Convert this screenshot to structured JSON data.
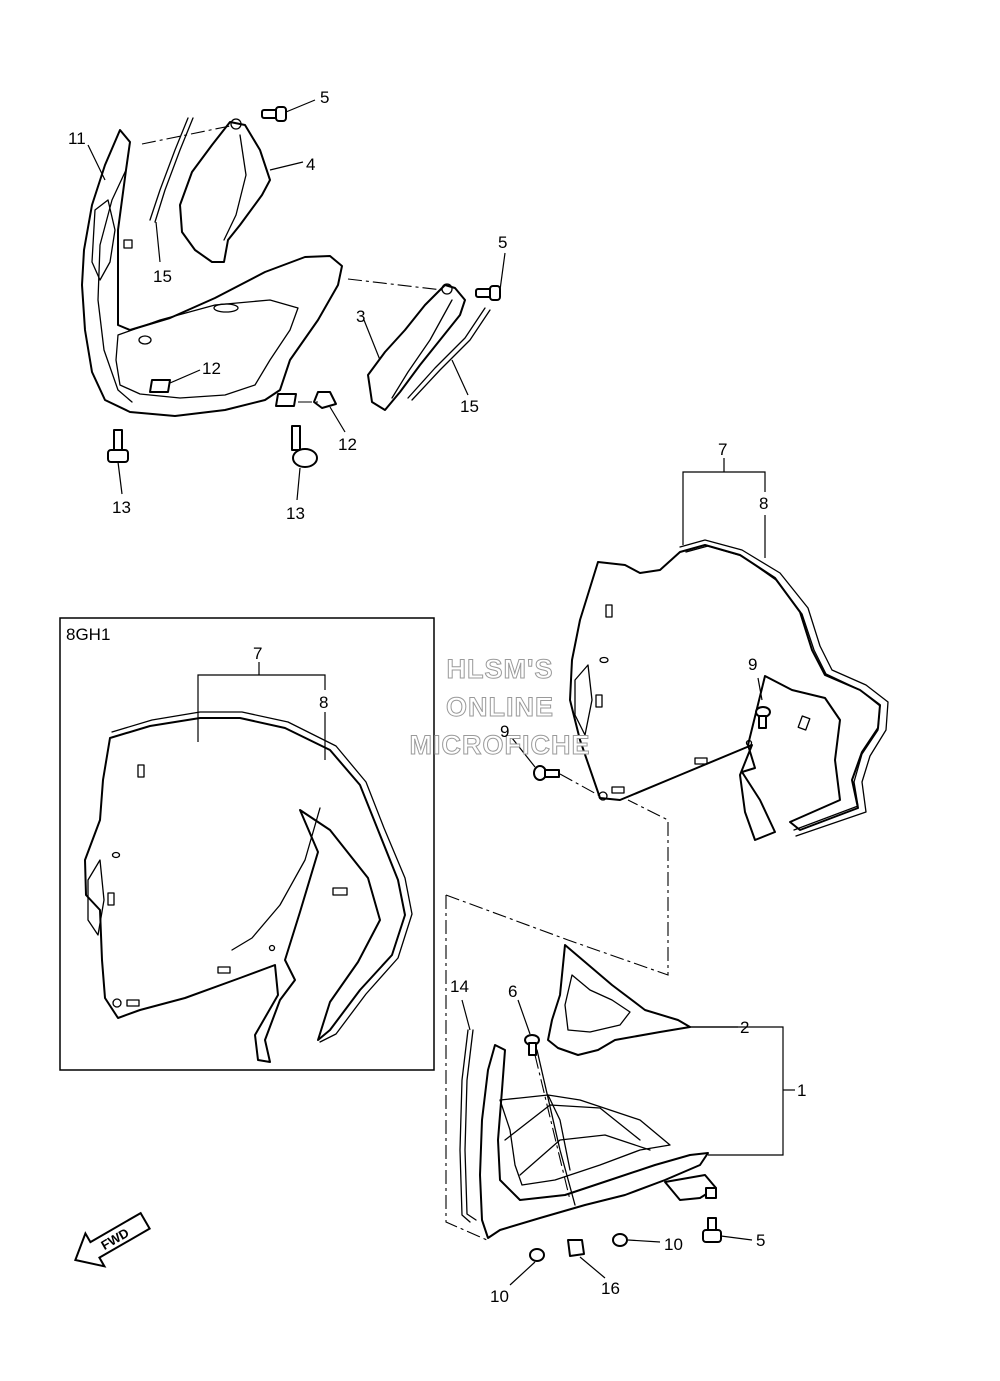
{
  "watermark": {
    "line1": "HLSM'S",
    "line2": "ONLINE",
    "line3": "MICROFICHE"
  },
  "inset_box": {
    "label": "8GH1"
  },
  "fwd_arrow": {
    "label": "FWD"
  },
  "callouts": {
    "c1": "1",
    "c2": "2",
    "c3": "3",
    "c4": "4",
    "c5a": "5",
    "c5b": "5",
    "c5c": "5",
    "c6": "6",
    "c7a": "7",
    "c7b": "7",
    "c8a": "8",
    "c8b": "8",
    "c9a": "9",
    "c9b": "9",
    "c10a": "10",
    "c10b": "10",
    "c11": "11",
    "c12a": "12",
    "c12b": "12",
    "c13a": "13",
    "c13b": "13",
    "c14": "14",
    "c15a": "15",
    "c15b": "15",
    "c16": "16"
  }
}
